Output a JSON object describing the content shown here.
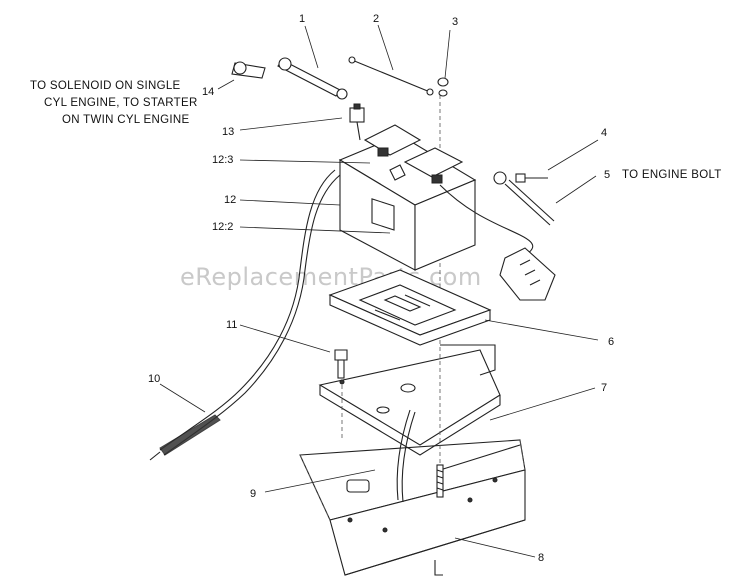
{
  "watermark": "eReplacementParts.com",
  "notes": {
    "solenoid_line1": "TO SOLENOID ON SINGLE",
    "solenoid_line2": "CYL ENGINE, TO STARTER",
    "solenoid_line3": "ON TWIN CYL ENGINE",
    "engine_bolt": "TO ENGINE BOLT"
  },
  "callouts": {
    "c1": "1",
    "c2": "2",
    "c3": "3",
    "c4": "4",
    "c5": "5",
    "c6": "6",
    "c7": "7",
    "c8": "8",
    "c9": "9",
    "c10": "10",
    "c11": "11",
    "c12": "12",
    "c12_2": "12:2",
    "c12_3": "12:3",
    "c13": "13",
    "c14": "14"
  }
}
